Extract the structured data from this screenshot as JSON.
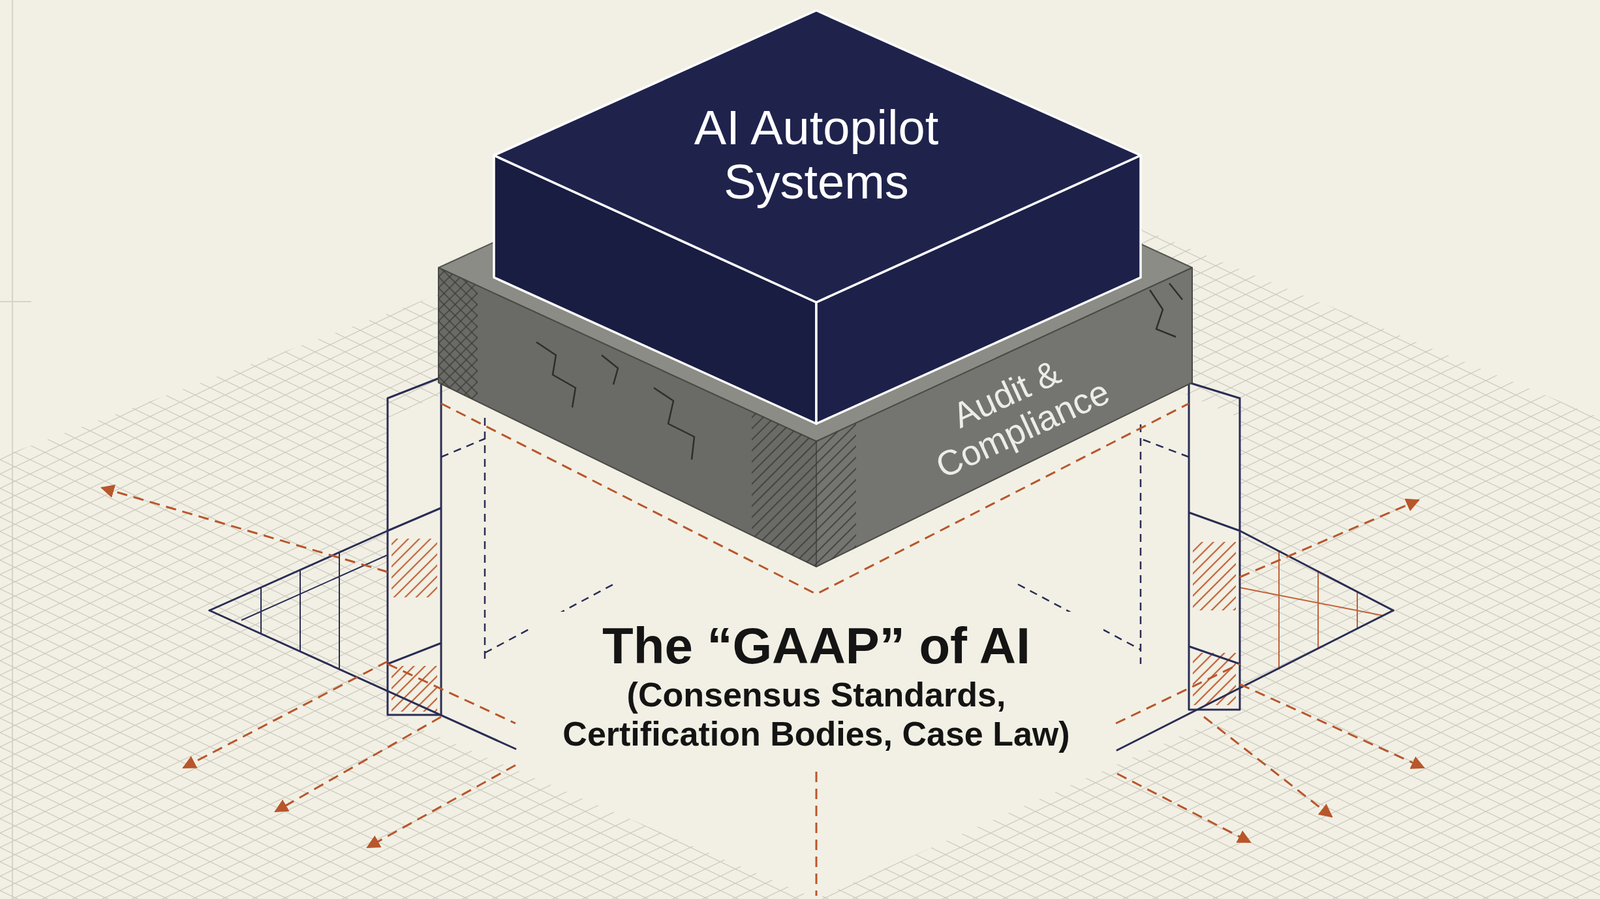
{
  "diagram": {
    "nodes": [
      {
        "text": [
          "AI Autopilot Systems"
        ]
      },
      {
        "text": [
          "Audit & Compliance"
        ]
      },
      {
        "text": [
          "The “GAAP” of AI",
          "(Consensus Standards, Certification Bodies, Case Law)"
        ]
      }
    ]
  }
}
